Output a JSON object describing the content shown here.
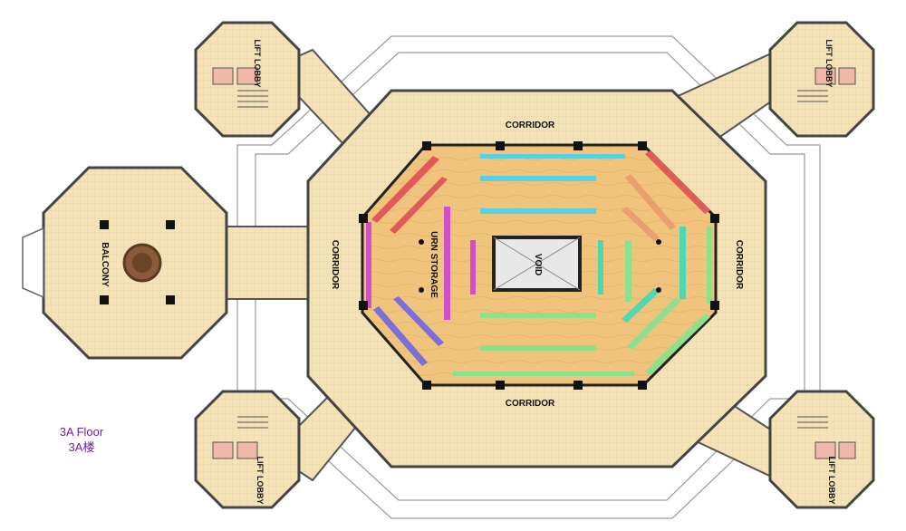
{
  "labels": {
    "corridor_top": "CORRIDOR",
    "corridor_bottom": "CORRIDOR",
    "corridor_left": "CORRIDOR",
    "corridor_right": "CORRIDOR",
    "void": "VOID",
    "urn_storage": "URN STORAGE",
    "balcony": "BALCONY",
    "lift_lobby_tl": "LIFT LOBBY",
    "lift_lobby_tr": "LIFT LOBBY",
    "lift_lobby_bl": "LIFT LOBBY",
    "lift_lobby_br": "LIFT LOBBY"
  },
  "floor": {
    "label_en": "3A Floor",
    "label_zh": "3A楼"
  },
  "colors": {
    "floor_fill": "#f5e3b8",
    "hall_floor": "#f0c880",
    "wall": "#555555",
    "urn_blue": "#5ad0e0",
    "urn_green": "#8ee08a",
    "urn_teal": "#4fd8b0",
    "urn_magenta": "#d050c8",
    "urn_red": "#e05a5a",
    "urn_purple": "#7a70d8",
    "urn_orange": "#e8a070",
    "floor_label": "#6a1fb0"
  }
}
